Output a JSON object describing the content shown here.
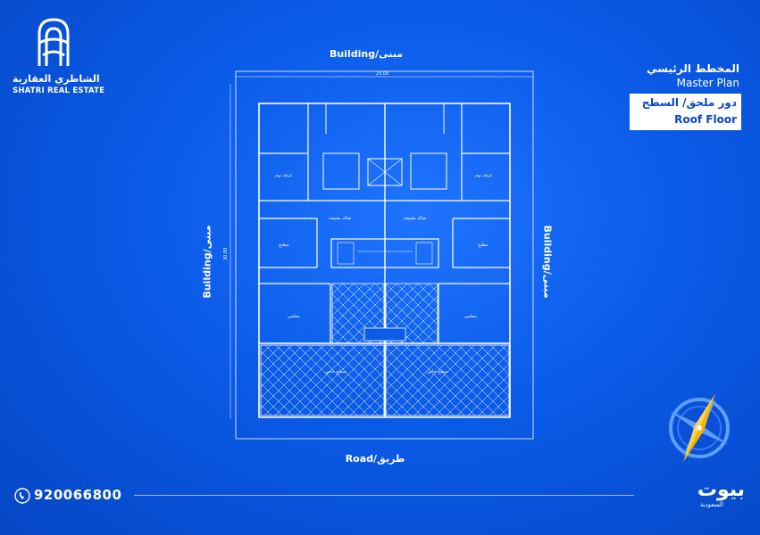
{
  "logo": {
    "name_ar": "الشاطري العقارية",
    "name_en": "SHATRI REAL ESTATE"
  },
  "titles": {
    "plan_ar": "المخطط الرئيسي",
    "plan_en": "Master Plan",
    "floor_ar": "دور ملحق/ السطح",
    "floor_en": "Roof Floor"
  },
  "plan_labels": {
    "top": "Building/مبنى",
    "bottom": "Road/طريق",
    "left": "Building/مبنى",
    "right": "Building/مبنى",
    "dim_top": "25.00",
    "dim_left": "30.00",
    "roof_left": "سطح خاص",
    "roof_right": "سطح خاص",
    "majlis": "مجلس",
    "kitchen": "مطبخ",
    "bedroom": "غرفة نوم",
    "living": "صالة معيشة"
  },
  "contact": {
    "phone": "920066800"
  },
  "brand": {
    "name_ar": "بيوت",
    "sub_ar": "السعودية"
  },
  "colors": {
    "background": "#0a5be8",
    "line": "#ffffff",
    "accent": "#f4b400"
  }
}
